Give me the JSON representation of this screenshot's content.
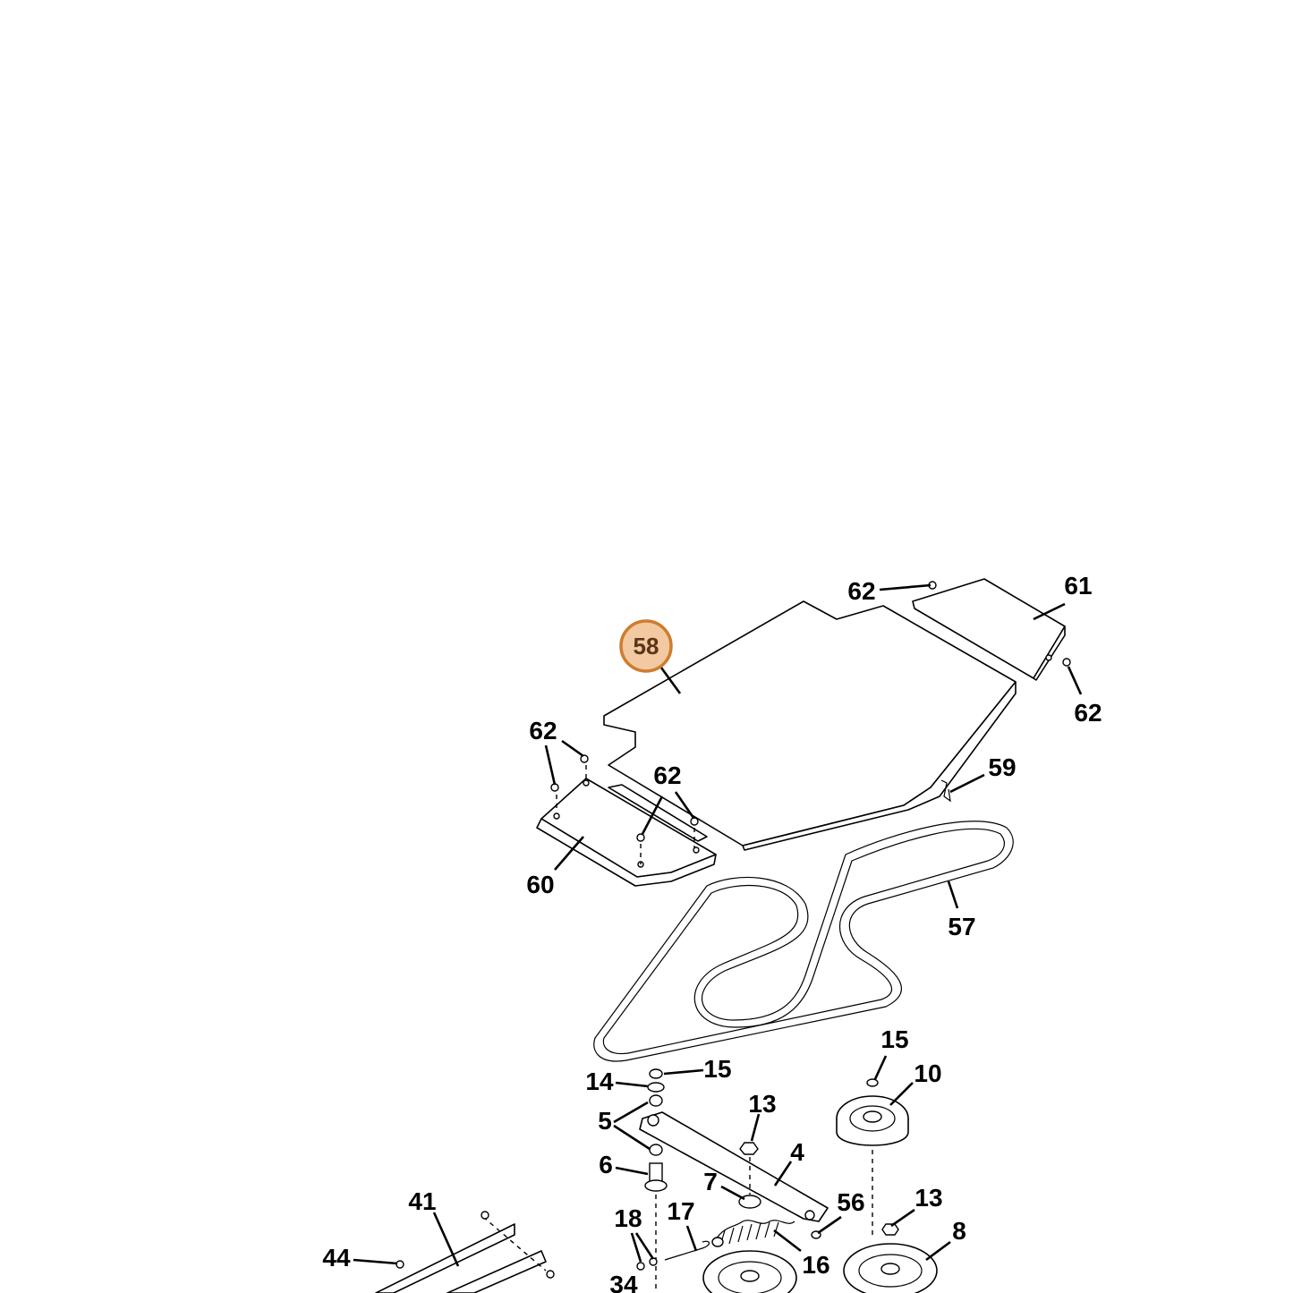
{
  "highlight": {
    "label": "58",
    "fill": "#f2c9a0",
    "stroke": "#cf7c2e",
    "text_color": "#5a3518"
  },
  "callouts": {
    "c58": "58",
    "c62a": "62",
    "c61": "61",
    "c62b": "62",
    "c62c": "62",
    "c62d": "62",
    "c59": "59",
    "c60": "60",
    "c57": "57",
    "c15a": "15",
    "c10": "10",
    "c14": "14",
    "c15b": "15",
    "c13a": "13",
    "c5": "5",
    "c4": "4",
    "c6": "6",
    "c7": "7",
    "c56": "56",
    "c13b": "13",
    "c41": "41",
    "c18": "18",
    "c17": "17",
    "c8": "8",
    "c44": "44",
    "c16": "16",
    "c34": "34"
  }
}
